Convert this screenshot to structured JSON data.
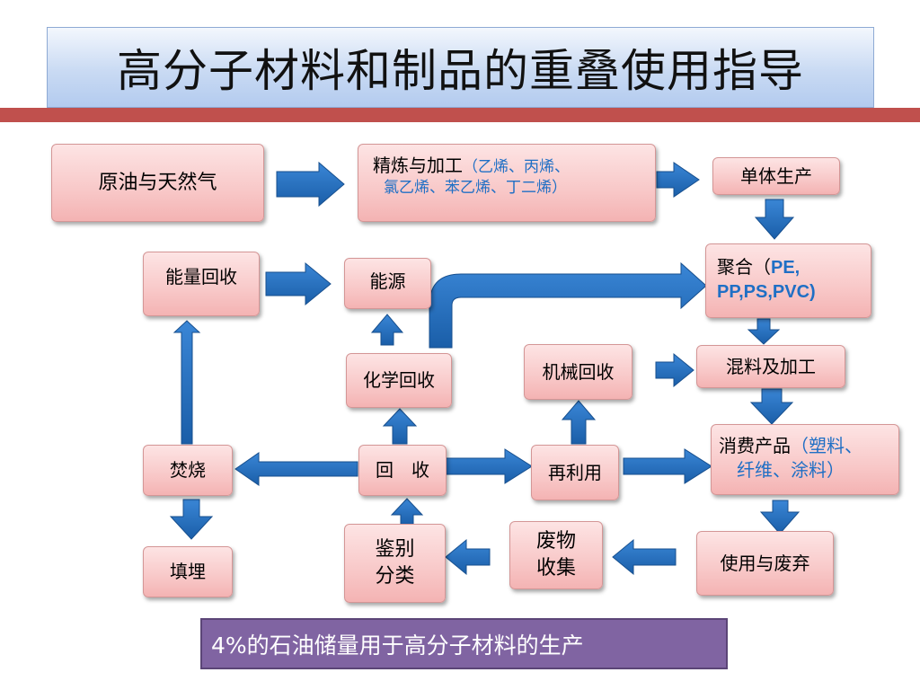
{
  "title": "高分子材料和制品的重叠使用指导",
  "nodes": {
    "crude": "原油与天然气",
    "refine_main": "精炼与加工",
    "refine_sub1": "（乙烯、丙烯、",
    "refine_sub2": "氯乙烯、苯乙烯、丁二烯）",
    "monomer": "单体生产",
    "energy_recovery": "能量回收",
    "energy": "能源",
    "poly_main": "聚合（",
    "poly_sub1": "PE,",
    "poly_sub2": "PP,PS,PVC)",
    "chem_recycle": "化学回收",
    "mech_recycle": "机械回收",
    "mixing": "混料及加工",
    "consumer_main": "消费产品",
    "consumer_sub1": "（塑料、",
    "consumer_sub2": "纤维、涂料）",
    "incineration": "焚烧",
    "recycle": "回　收",
    "reuse": "再利用",
    "landfill": "填埋",
    "sort_1": "鉴别",
    "sort_2": "分类",
    "waste_1": "废物",
    "waste_2": "收集",
    "use_discard": "使用与废弃"
  },
  "footer": "4%的石油储量用于高分子材料的生产",
  "colors": {
    "arrow": "#1f6fc5",
    "title_bar": "#c0504d",
    "node_fill": "#f8c8c8",
    "footer_fill": "#8064a2"
  }
}
